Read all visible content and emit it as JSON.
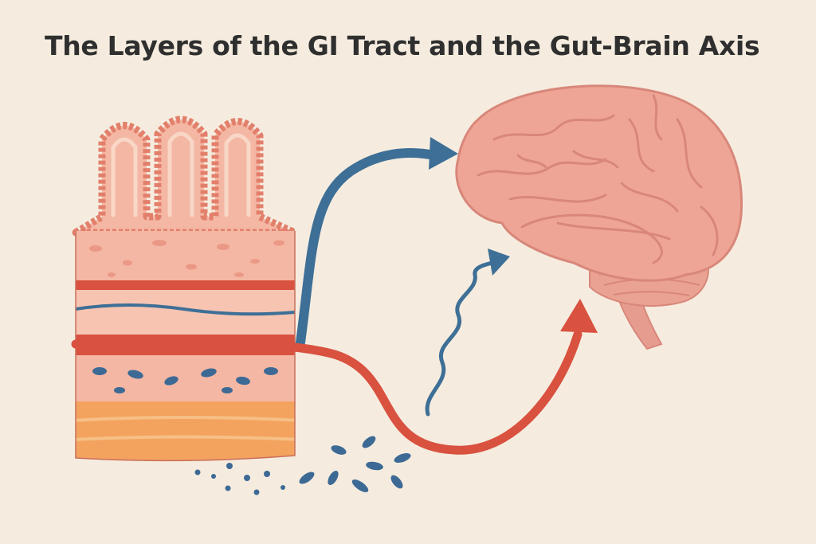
{
  "title": "The Layers of the GI Tract and the Gut-Brain Axis",
  "colors": {
    "background": "#f5ecdf",
    "title_text": "#2f2f2f",
    "mucosa": "#f4b7a4",
    "villus_edge": "#e27f6b",
    "blood_vessel": "#d9513f",
    "nerve": "#3e6f96",
    "fat_layer": "#f3a35e",
    "brain": "#efa595",
    "bacteria": "#3d6a95"
  },
  "icons": {
    "gut_wall": "intestinal-wall-cross-section",
    "brain": "brain-illustration",
    "vagus_arrow": "blue-arrow",
    "wavy_arrow": "blue-wavy-arrow",
    "blood_arrow": "red-arrow",
    "microbes": "bacteria-dots"
  }
}
